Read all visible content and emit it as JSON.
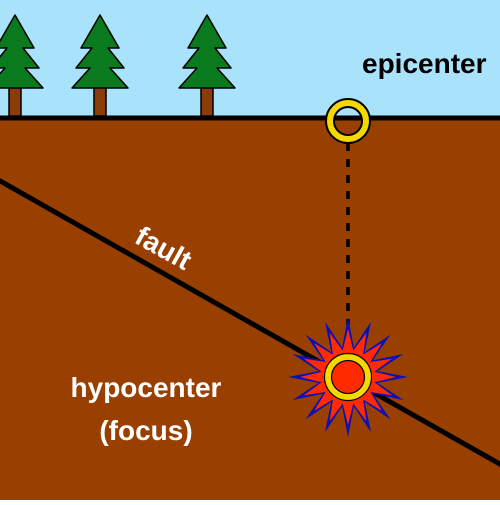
{
  "diagram": {
    "labels": {
      "epicenter": "epicenter",
      "fault": "fault",
      "hypocenter_line1": "hypocenter",
      "hypocenter_line2": "(focus)"
    },
    "colors": {
      "sky": "#a8e2fb",
      "ground": "#993f00",
      "surface_line": "#000000",
      "tree_foliage": "#0a7a1e",
      "tree_trunk": "#8a3c0a",
      "marker_ring": "#f5d800",
      "burst_outer": "#0a10b8",
      "burst_inner": "#ff2a00",
      "focus_core": "#ff2a00",
      "label_dark": "#000000",
      "label_light": "#ffffff"
    },
    "icons": [
      "tree-icon",
      "epicenter-marker-icon",
      "seismic-burst-icon"
    ]
  }
}
